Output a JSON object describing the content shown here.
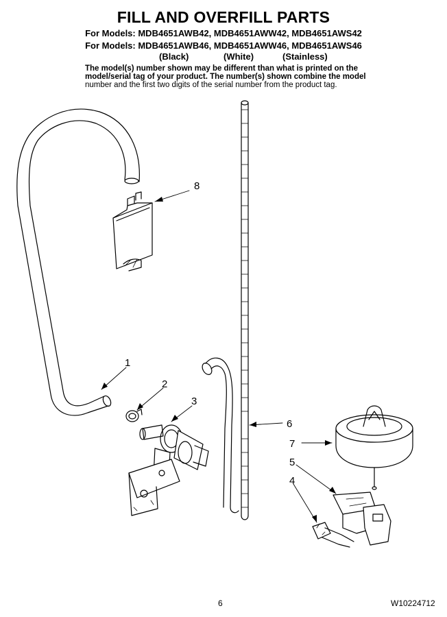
{
  "header": {
    "title": "FILL AND OVERFILL PARTS",
    "models_line1": "For Models: MDB4651AWB42, MDB4651AWW42, MDB4651AWS42",
    "models_line2": "For Models: MDB4651AWB46, MDB4651AWW46, MDB4651AWS46",
    "variants": [
      "(Black)",
      "(White)",
      "(Stainless)"
    ]
  },
  "notice": {
    "line1": "The model(s) number shown may be different than what is printed on the",
    "line2": "model/serial tag of your product. The number(s) shown combine the model",
    "line3": "number and the first two digits of the serial number from the product tag."
  },
  "callouts": [
    "1",
    "2",
    "3",
    "4",
    "5",
    "6",
    "7",
    "8"
  ],
  "footer": {
    "page_number": "6",
    "document_code": "W10224712"
  }
}
